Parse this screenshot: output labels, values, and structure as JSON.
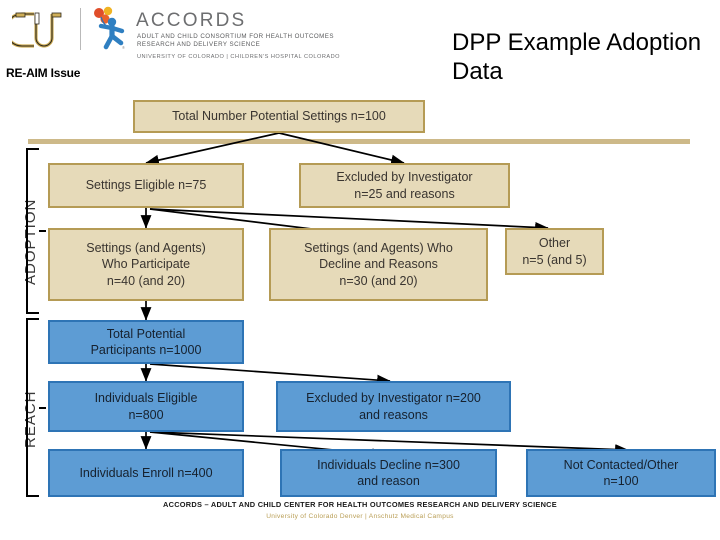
{
  "header": {
    "brand_word": "ACCORDS",
    "brand_sub": "ADULT AND CHILD CONSORTIUM FOR HEALTH OUTCOMES RESEARCH AND DELIVERY SCIENCE",
    "brand_sub2": "UNIVERSITY OF COLORADO  |  CHILDREN'S HOSPITAL COLORADO",
    "cu_logo_alt": "CU",
    "title": "DPP Example Adoption Data",
    "reaim_label": "RE-AIM Issue"
  },
  "sections": {
    "adoption_label": "ADOPTION",
    "reach_label": "REACH"
  },
  "flow": {
    "top_box": "Total Number Potential Settings n=100",
    "nodes": [
      {
        "id": "settings-eligible",
        "text": "Settings Eligible n=75",
        "style": "tan"
      },
      {
        "id": "excluded-investigator",
        "text": "Excluded by Investigator\nn=25 and reasons",
        "style": "tan"
      },
      {
        "id": "settings-participate",
        "text": "Settings (and Agents)\nWho Participate\nn=40 (and 20)",
        "style": "tan"
      },
      {
        "id": "settings-decline",
        "text": "Settings (and Agents) Who\nDecline and Reasons\nn=30 (and 20)",
        "style": "tan"
      },
      {
        "id": "settings-other",
        "text": "Other\nn=5 (and 5)",
        "style": "tan"
      },
      {
        "id": "total-participants",
        "text": "Total Potential\nParticipants n=1000",
        "style": "blue"
      },
      {
        "id": "individuals-eligible",
        "text": "Individuals Eligible\nn=800",
        "style": "blue"
      },
      {
        "id": "excluded-investigator-2",
        "text": "Excluded by Investigator n=200\nand reasons",
        "style": "blue"
      },
      {
        "id": "individuals-enroll",
        "text": "Individuals Enroll n=400",
        "style": "blue"
      },
      {
        "id": "individuals-decline",
        "text": "Individuals Decline n=300\nand reason",
        "style": "blue"
      },
      {
        "id": "not-contacted-other",
        "text": "Not Contacted/Other\nn=100",
        "style": "blue"
      }
    ]
  },
  "footer": {
    "line1": "ACCORDS – ADULT AND CHILD CENTER FOR HEALTH OUTCOMES RESEARCH AND DELIVERY SCIENCE",
    "line2": "University of Colorado Denver | Anschutz Medical Campus"
  },
  "colors": {
    "tan_fill": "#e6dab9",
    "tan_border": "#b59b55",
    "blue_fill": "#5d9cd4",
    "blue_border": "#2e74b5",
    "gold_rule": "#cdb989",
    "gold_text": "#b99e55"
  }
}
